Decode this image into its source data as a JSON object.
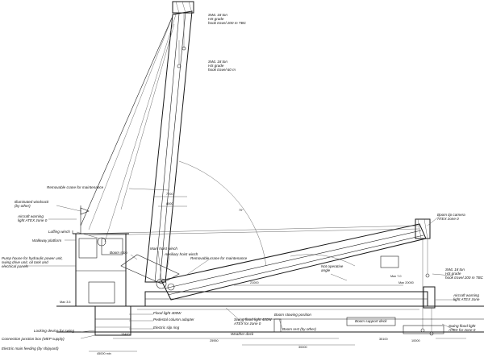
{
  "drawing": {
    "title": "",
    "labels": {
      "tip_load_top": "SWL 18 ton\nHS grade\nhook travel 200 m TBC",
      "tip_load_mid": "SWL 18 ton\nHS grade\nhook travel 60 m",
      "crane_maintenance": "Removable crane for maintenance",
      "windsock": "Illuminated windsock\n(by other)",
      "aircraft_light_left": "Aircraft warning\nlight ATEX zone 0",
      "luffing_winch": "Luffing winch",
      "walkway": "Walkway platform",
      "pump_house": "Pump house for hydraulic power unit,\nswing drive unit, oil tank and\nelectrical panels",
      "boom_stop": "Boom stop",
      "main_hoist": "Main hoist winch",
      "aux_hoist": "Auxiliary hoist winch",
      "crane_maintenance_2": "Removable crane for maintenance",
      "not_operative": "Not operative\nangle",
      "boom_tip_camera": "Boom tip camera\nATEX zone 0",
      "swl_right": "SWL 18 ton\nHS grade\nhook travel 200 m TBC",
      "aircraft_light_right": "Aircraft warning\nlight ATEX zone",
      "floodlight_1": "Flood light 400W",
      "pedestal_adapter": "Pedestal column adapter",
      "slip_ring": "Electric slip ring",
      "locking_device": "Locking device for swing",
      "connection_box": "Connection junction box (MEP supply)",
      "electric_feeding": "Electric main feeding (by shipyard)",
      "floodlight_2": "Swing flood light 400W\nATEX for zone 0",
      "boom_stowing": "Boom stowing position",
      "boom_rest": "Boom rest (by other)",
      "floodlight_3": "Swing flood light\nATEX for zone 0",
      "outer_deck": "Weather deck",
      "main_deck": "Boom support deck"
    },
    "dimensions": {
      "d1": "7700",
      "d2": "8500",
      "d3": "70°",
      "d4": "21000",
      "d5": "Max 20000",
      "d6": "25950",
      "d7": "30000",
      "d8": "35100",
      "d9": "15400",
      "d10": "45000 min",
      "d11": "Max 3.5",
      "d12": "10000",
      "d13": "Max 7.0"
    }
  }
}
